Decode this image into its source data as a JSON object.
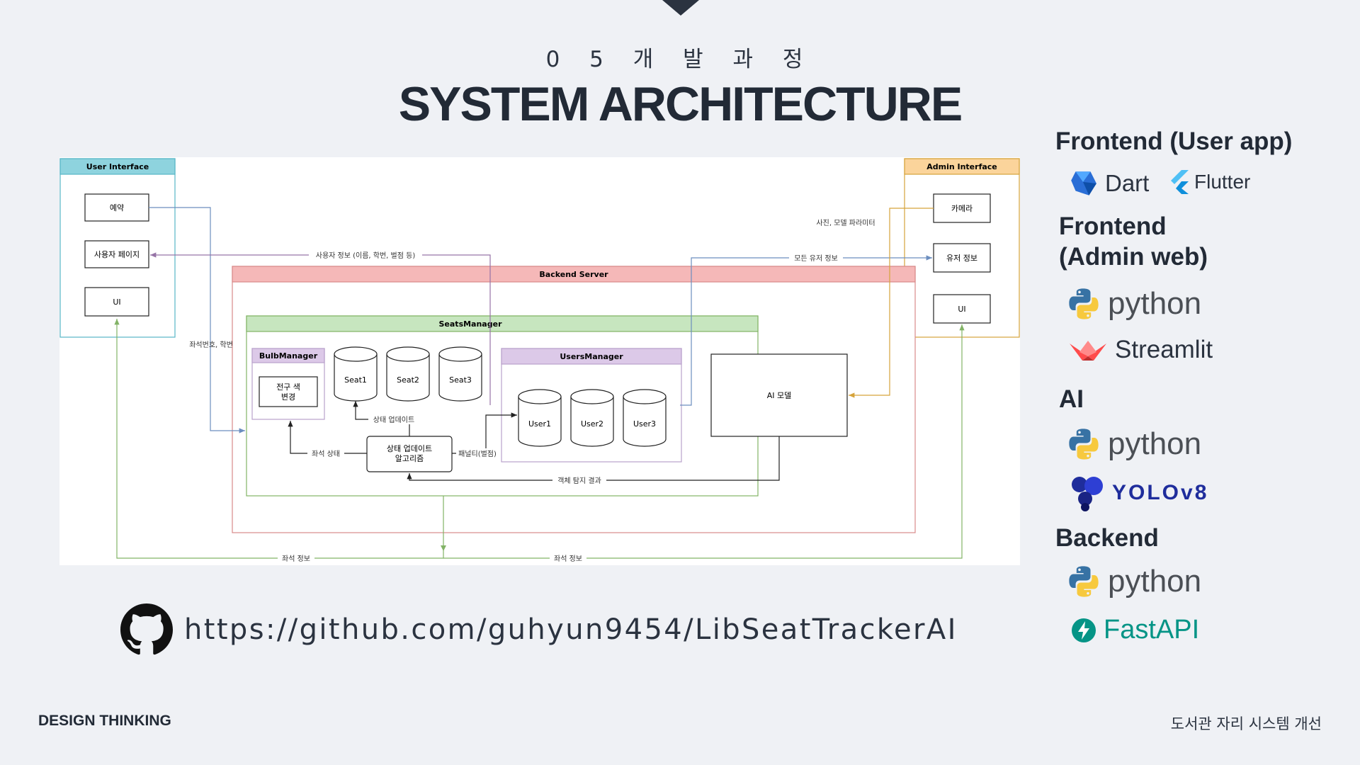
{
  "slide": {
    "section_label": "0 5 개 발 과 정",
    "title": "SYSTEM ARCHITECTURE",
    "footer_left": "DESIGN THINKING",
    "footer_right": "도서관 자리 시스템 개선",
    "github_url": "https://github.com/guhyun9454/LibSeatTrackerAI"
  },
  "diagram": {
    "user_interface": {
      "title": "User Interface",
      "items": [
        "예약",
        "사용자 페이지",
        "UI"
      ]
    },
    "admin_interface": {
      "title": "Admin Interface",
      "items": [
        "카메라",
        "유저 정보",
        "UI"
      ]
    },
    "backend_server": {
      "title": "Backend Server"
    },
    "seats_manager": {
      "title": "SeatsManager",
      "seats": [
        "Seat1",
        "Seat2",
        "Seat3"
      ]
    },
    "bulb_manager": {
      "title": "BulbManager",
      "box_line1": "전구 색",
      "box_line2": "변경"
    },
    "users_manager": {
      "title": "UsersManager",
      "users": [
        "User1",
        "User2",
        "User3"
      ]
    },
    "ai_model": {
      "label": "AI 모델"
    },
    "algorithm": {
      "line1": "상태 업데이트",
      "line2": "알고리즘"
    },
    "edge_labels": {
      "user_info": "사용자 정보 (이름, 학번, 벌점 등)",
      "all_user_info": "모든 유저 정보",
      "photo_model_params": "사진, 모델 파라미터",
      "seat_number_id": "좌석번호, 학번",
      "status_update": "상태 업데이트",
      "seat_status": "좌석 상태",
      "penalty": "패널티(벌점)",
      "detection_result": "객체 탐지 결과",
      "seat_info_left": "좌석 정보",
      "seat_info_right": "좌석 정보"
    },
    "colors": {
      "user_interface": "#8ed3de",
      "admin_interface": "#fbd49b",
      "backend_server": "#f5b8b8",
      "seats_manager": "#c7e6bf",
      "users_manager": "#dcc9e8",
      "bulb_manager": "#dcc9e8",
      "edge_blue": "#6c8ebf",
      "edge_purple": "#9673a6",
      "edge_green": "#82b366",
      "edge_orange": "#d6a33b"
    }
  },
  "tech_stack": {
    "frontend_user": {
      "heading": "Frontend (User app)",
      "items": [
        {
          "name": "Dart",
          "icon": "dart-icon"
        },
        {
          "name": "Flutter",
          "icon": "flutter-icon"
        }
      ]
    },
    "frontend_admin": {
      "heading_line1": "Frontend",
      "heading_line2": "(Admin web)",
      "items": [
        {
          "name": "python",
          "icon": "python-icon"
        },
        {
          "name": "Streamlit",
          "icon": "streamlit-icon"
        }
      ]
    },
    "ai": {
      "heading": "AI",
      "items": [
        {
          "name": "python",
          "icon": "python-icon"
        },
        {
          "name": "YOLOv8",
          "icon": "yolo-icon"
        }
      ]
    },
    "backend": {
      "heading": "Backend",
      "items": [
        {
          "name": "python",
          "icon": "python-icon"
        },
        {
          "name": "FastAPI",
          "icon": "fastapi-icon"
        }
      ]
    }
  }
}
